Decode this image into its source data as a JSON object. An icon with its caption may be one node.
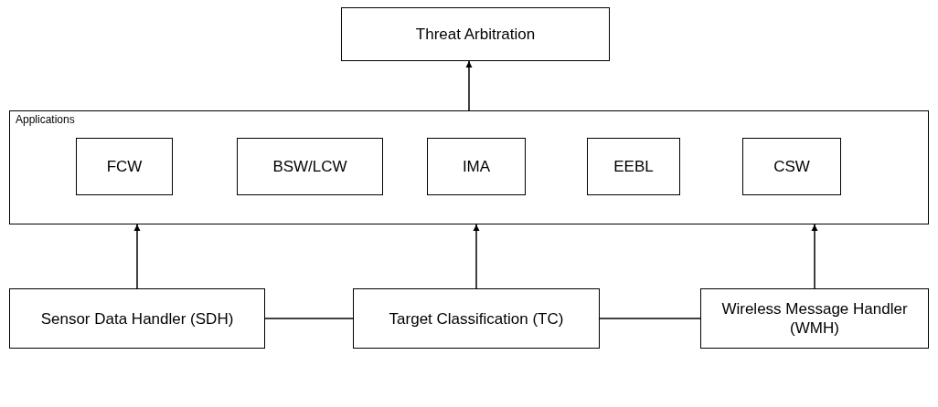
{
  "diagram": {
    "nodes": [
      {
        "text": [
          "Threat Arbitration"
        ]
      },
      {
        "text": [
          "Applications"
        ]
      },
      {
        "text": [
          "FCW"
        ],
        "in": 1
      },
      {
        "text": [
          "BSW/LCW"
        ],
        "in": 1
      },
      {
        "text": [
          "IMA"
        ],
        "in": 1
      },
      {
        "text": [
          "EEBL"
        ],
        "in": 1
      },
      {
        "text": [
          "CSW"
        ],
        "in": 1
      },
      {
        "text": [
          "Sensor Data Handler (SDH)"
        ]
      },
      {
        "text": [
          "Target Classification (TC)"
        ]
      },
      {
        "text": [
          "Wireless Message Handler (WMH)"
        ]
      }
    ],
    "edges": [
      {
        "from": 1,
        "to": 0,
        "arrow": "to"
      },
      {
        "from": 7,
        "to": 1,
        "arrow": "to"
      },
      {
        "from": 8,
        "to": 1,
        "arrow": "to"
      },
      {
        "from": 9,
        "to": 1,
        "arrow": "to"
      },
      {
        "from": 7,
        "to": 8,
        "arrow": "none"
      },
      {
        "from": 8,
        "to": 9,
        "arrow": "none"
      }
    ]
  }
}
